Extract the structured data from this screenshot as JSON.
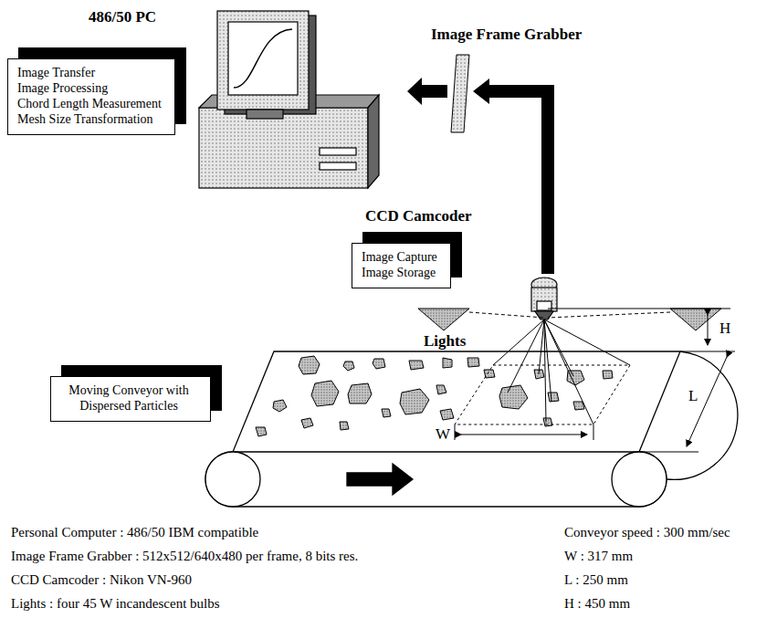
{
  "diagram": {
    "nodes": [
      {
        "text": [
          "486/50 PC",
          "Image Transfer",
          "Image Processing",
          "Chord Length Measurement",
          "Mesh Size Transformation"
        ]
      },
      {
        "text": [
          "CCD Camcoder",
          "Image Capture",
          "Image Storage"
        ]
      },
      {
        "text": [
          "Moving Conveyor with Dispersed Particles"
        ]
      }
    ],
    "labels": [
      "Image Frame Grabber",
      "Lights",
      "H",
      "L",
      "W",
      "Personal Computer : 486/50 IBM compatible",
      "Image Frame Grabber : 512x512/640x480 per frame, 8 bits res.",
      "CCD Camcoder : Nikon VN-960",
      "Lights : four 45 W incandescent bulbs",
      "Conveyor speed : 300 mm/sec",
      "W : 317 mm",
      "L : 250 mm",
      "H : 450 mm"
    ]
  }
}
